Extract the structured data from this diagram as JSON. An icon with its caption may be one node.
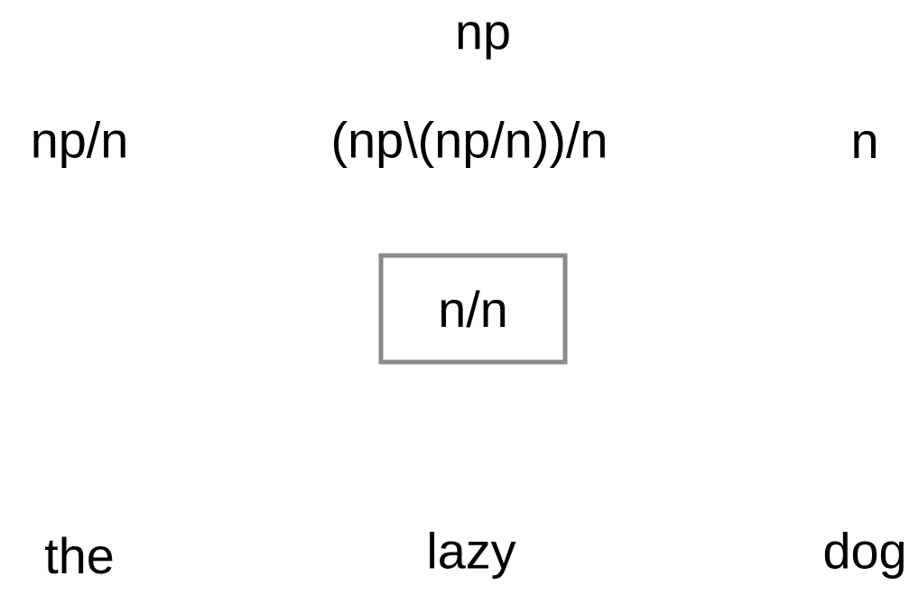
{
  "diagram": {
    "nodes": [
      {
        "text": [
          "n/n"
        ]
      }
    ],
    "labels": [
      "np",
      "np/n",
      "(np\\(np/n))/n",
      "n",
      "the",
      "lazy",
      "dog"
    ]
  }
}
